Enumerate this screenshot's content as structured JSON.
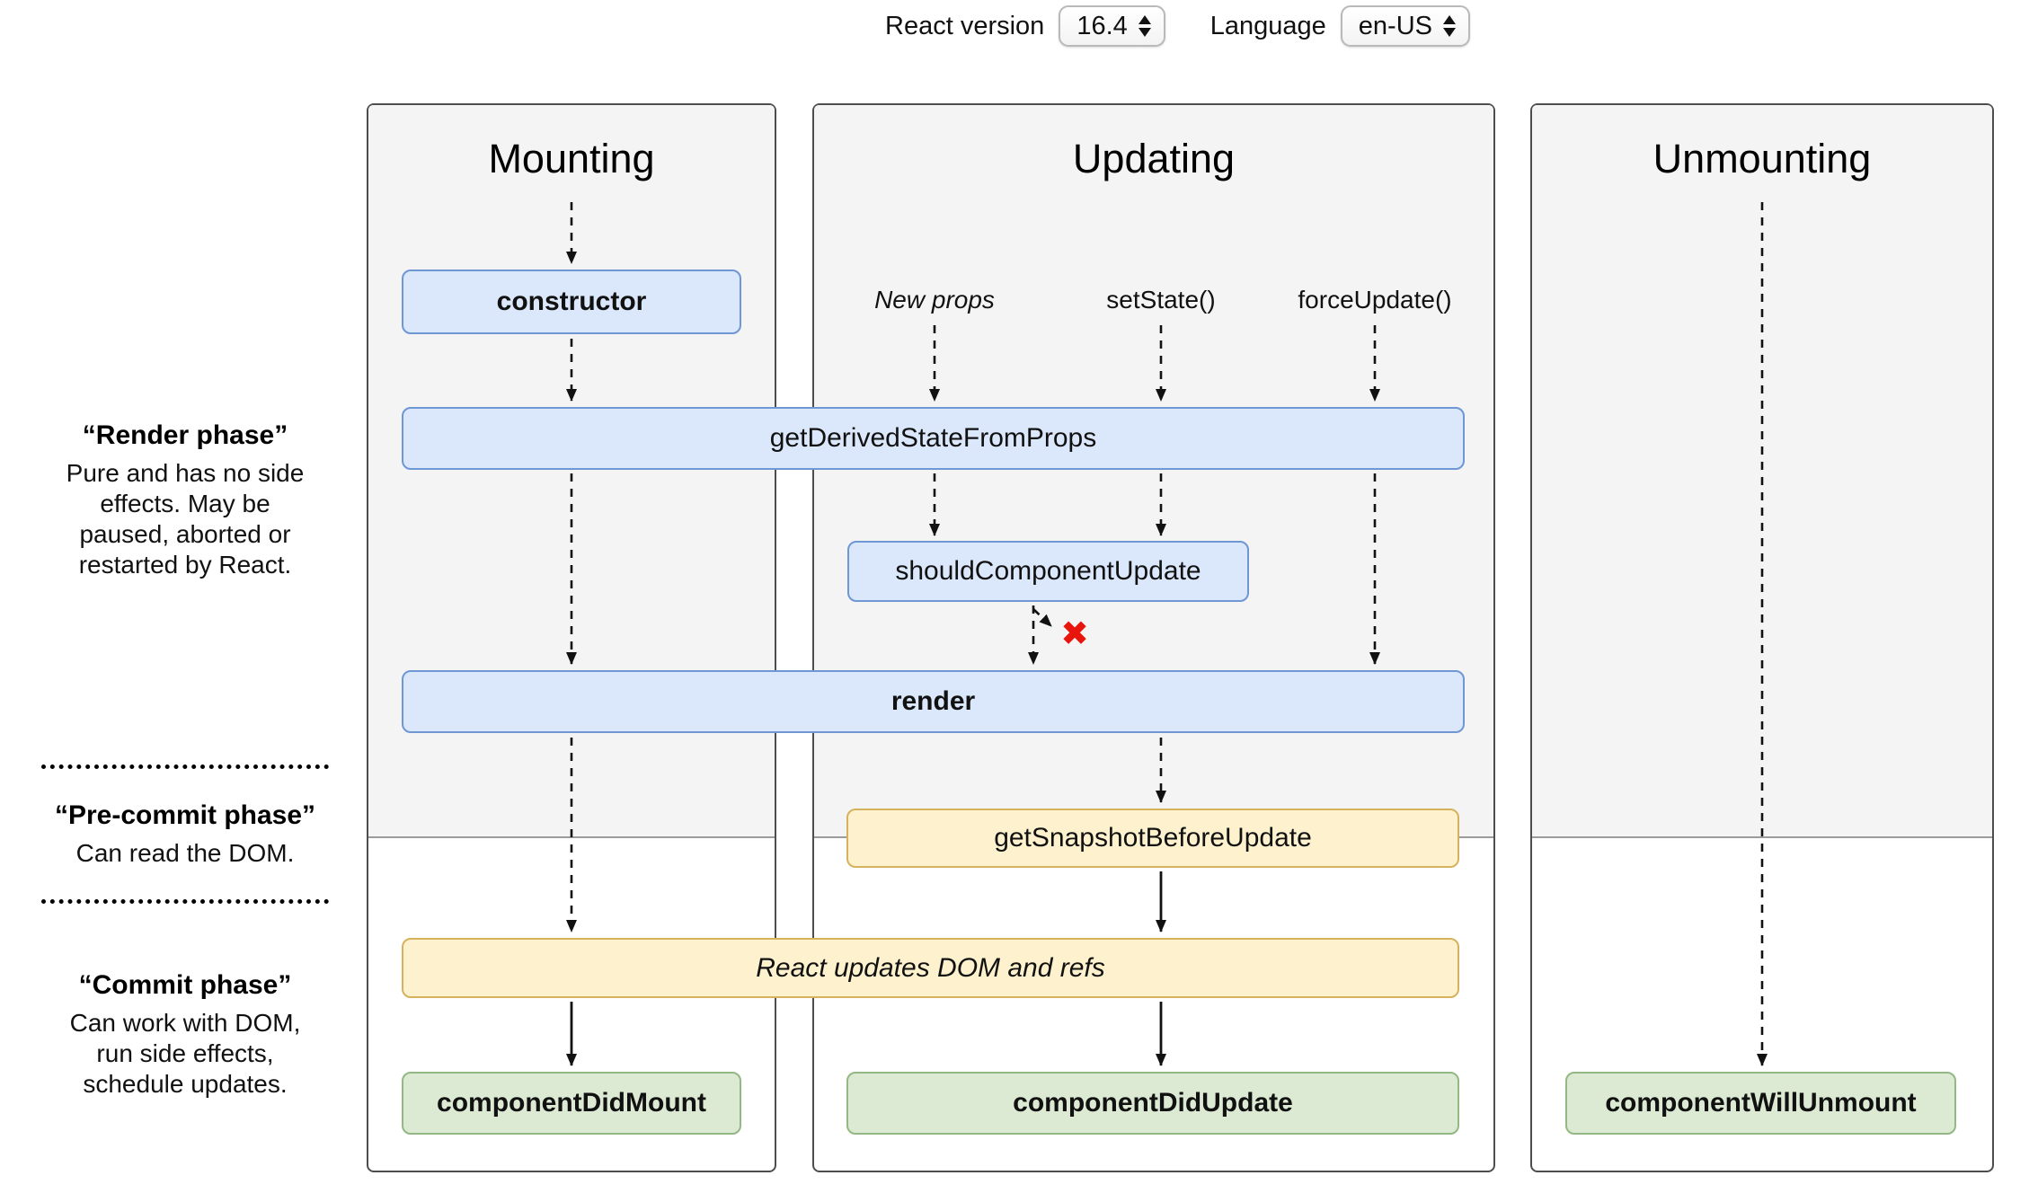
{
  "controls": {
    "react_version_label": "React version",
    "react_version_value": "16.4",
    "language_label": "Language",
    "language_value": "en-US"
  },
  "columns": {
    "mounting": {
      "title": "Mounting"
    },
    "updating": {
      "title": "Updating",
      "triggers": [
        "New props",
        "setState()",
        "forceUpdate()"
      ]
    },
    "unmounting": {
      "title": "Unmounting"
    }
  },
  "phases": {
    "render": {
      "title": "“Render phase”",
      "description": "Pure and has no side effects. May be paused, aborted or restarted by React."
    },
    "pre_commit": {
      "title": "“Pre-commit phase”",
      "description": "Can read the DOM."
    },
    "commit": {
      "title": "“Commit phase”",
      "description": "Can work with DOM, run side effects, schedule updates."
    }
  },
  "boxes": {
    "constructor": "constructor",
    "get_derived_state_from_props": "getDerivedStateFromProps",
    "should_component_update": "shouldComponentUpdate",
    "render": "render",
    "get_snapshot_before_update": "getSnapshotBeforeUpdate",
    "react_updates_dom_and_refs": "React updates DOM and refs",
    "component_did_mount": "componentDidMount",
    "component_did_update": "componentDidUpdate",
    "component_will_unmount": "componentWillUnmount"
  },
  "icons": {
    "skip_x": "✖"
  },
  "colors": {
    "box_blue_fill": "#dbe7fb",
    "box_blue_border": "#6e97d4",
    "box_yellow_fill": "#fdf2cd",
    "box_yellow_border": "#d6b25e",
    "box_green_fill": "#dcead4",
    "box_green_border": "#92b884",
    "x_red": "#e8150c",
    "panel_bg": "#f4f4f5",
    "panel_border": "#4d4d4d"
  }
}
